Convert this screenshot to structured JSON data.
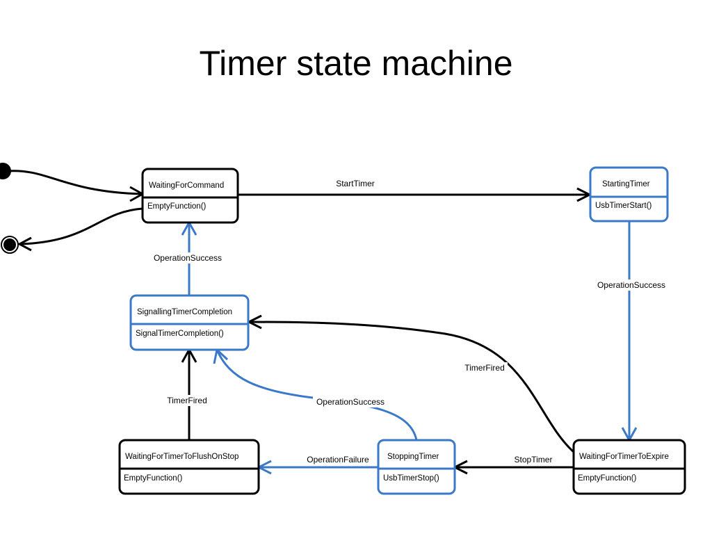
{
  "title": "Timer state machine",
  "colors": {
    "black": "#000000",
    "blue": "#3a78c9"
  },
  "states": [
    {
      "id": "waiting_for_command",
      "name": "WaitingForCommand",
      "action": "EmptyFunction()",
      "color": "black"
    },
    {
      "id": "starting_timer",
      "name": "StartingTimer",
      "action": "UsbTimerStart()",
      "color": "blue"
    },
    {
      "id": "signalling_timer_completion",
      "name": "SignallingTimerCompletion",
      "action": "SignalTimerCompletion()",
      "color": "blue"
    },
    {
      "id": "waiting_for_timer_to_flush_on_stop",
      "name": "WaitingForTimerToFlushOnStop",
      "action": "EmptyFunction()",
      "color": "black"
    },
    {
      "id": "stopping_timer",
      "name": "StoppingTimer",
      "action": "UsbTimerStop()",
      "color": "blue"
    },
    {
      "id": "waiting_for_timer_to_expire",
      "name": "WaitingForTimerToExpire",
      "action": "EmptyFunction()",
      "color": "black"
    }
  ],
  "transitions": [
    {
      "from": "waiting_for_command",
      "to": "starting_timer",
      "label": "StartTimer"
    },
    {
      "from": "starting_timer",
      "to": "waiting_for_timer_to_expire",
      "label": "OperationSuccess"
    },
    {
      "from": "waiting_for_timer_to_expire",
      "to": "signalling_timer_completion",
      "label": "TimerFired"
    },
    {
      "from": "waiting_for_timer_to_expire",
      "to": "stopping_timer",
      "label": "StopTimer"
    },
    {
      "from": "stopping_timer",
      "to": "waiting_for_timer_to_flush_on_stop",
      "label": "OperationFailure"
    },
    {
      "from": "stopping_timer",
      "to": "signalling_timer_completion",
      "label": "OperationSuccess"
    },
    {
      "from": "waiting_for_timer_to_flush_on_stop",
      "to": "signalling_timer_completion",
      "label": "TimerFired"
    },
    {
      "from": "signalling_timer_completion",
      "to": "waiting_for_command",
      "label": "OperationSuccess"
    }
  ]
}
